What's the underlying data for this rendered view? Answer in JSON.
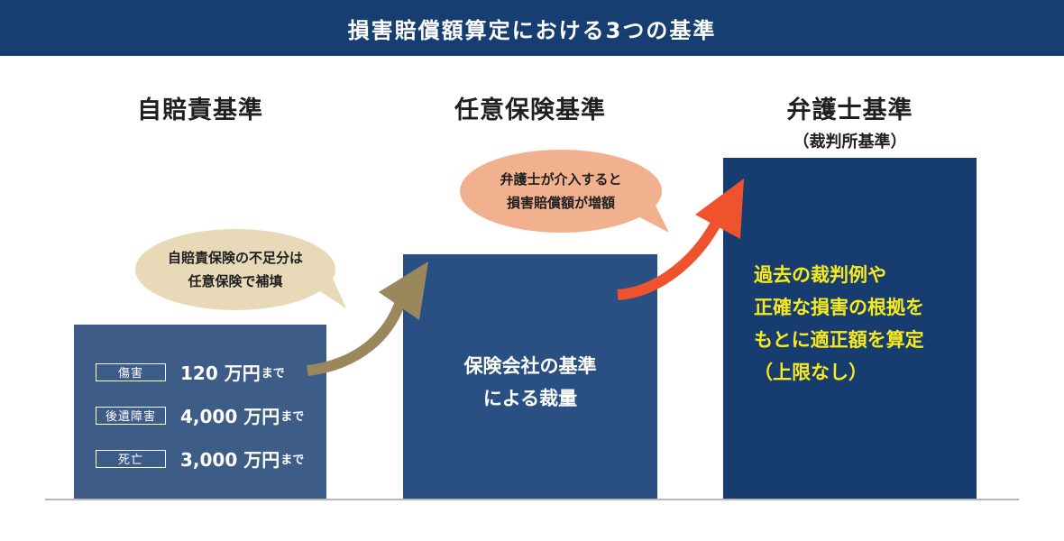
{
  "title": "損害賠償額算定における3つの基準",
  "columns": [
    {
      "heading": "自賠責基準"
    },
    {
      "heading": "任意保険基準"
    },
    {
      "heading": "弁護士基準",
      "subheading": "（裁判所基準）"
    }
  ],
  "jibaiseki_rows": [
    {
      "tag": "傷害",
      "amount": "120 万円",
      "suffix": "まで"
    },
    {
      "tag": "後遺障害",
      "amount": "4,000 万円",
      "suffix": "まで"
    },
    {
      "tag": "死亡",
      "amount": "3,000 万円",
      "suffix": "まで"
    }
  ],
  "nini_text": [
    "保険会社の基準",
    "による裁量"
  ],
  "bengoshi_text": "過去の裁判例や\n正確な損害の根拠を\nもとに適正額を算定\n（上限なし）",
  "bubbles": {
    "jibaiseki": "自賠責保険の不足分は\n任意保険で補填",
    "bengoshi": "弁護士が介入すると\n損害賠償額が増額"
  },
  "colors": {
    "banner": "#163e70",
    "bar_jibaiseki": "#3d5d88",
    "bar_nini": "#2a5083",
    "bar_bengoshi": "#173c70",
    "arrow_1": "#9a875c",
    "arrow_2": "#ee532e",
    "bubble_1": "#e8d9b9",
    "bubble_2": "#f2b18e",
    "highlight_text": "#f6ea1f"
  },
  "icons": [
    "curved-arrow-icon",
    "curved-arrow-icon"
  ]
}
